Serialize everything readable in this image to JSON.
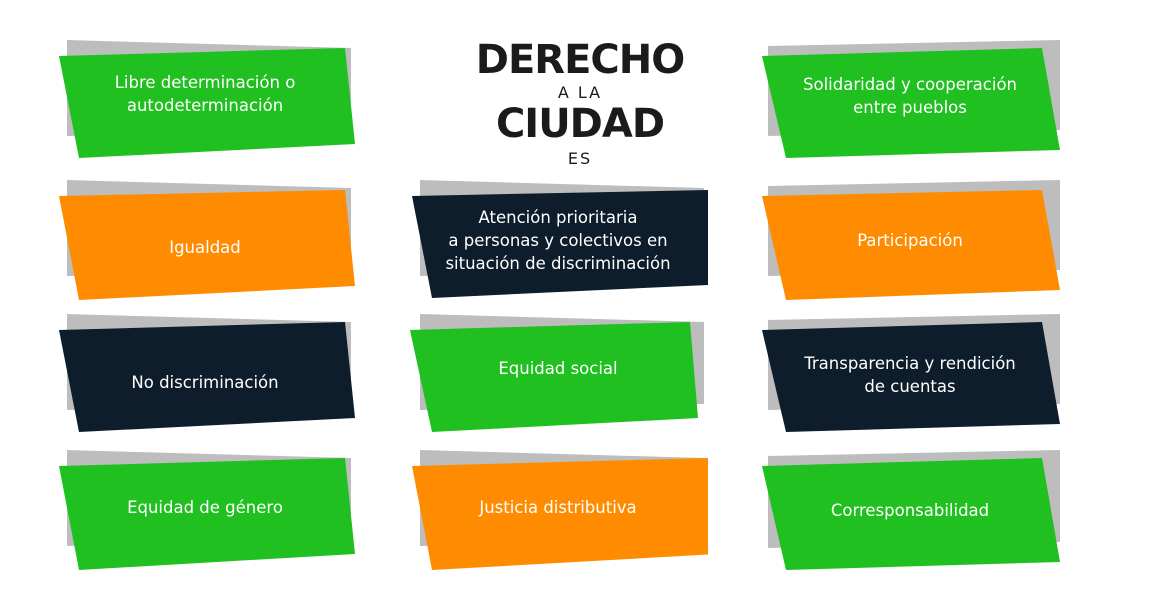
{
  "title": {
    "line1": "DERECHO",
    "line2": "A LA",
    "line3": "CIUDAD",
    "line4": "ES"
  },
  "colors": {
    "green": "#1fc01f",
    "orange": "#ff8c00",
    "navy": "#0e1d2b",
    "shadow": "#bdbdbd"
  },
  "cards": [
    {
      "label": "Libre determinación o\nautodeterminación",
      "color": "green"
    },
    {
      "label": "Solidaridad y cooperación\nentre pueblos",
      "color": "green"
    },
    {
      "label": "Igualdad",
      "color": "orange"
    },
    {
      "label": "Atención prioritaria\na personas y colectivos en\nsituación de discriminación",
      "color": "navy"
    },
    {
      "label": "Participación",
      "color": "orange"
    },
    {
      "label": "No discriminación",
      "color": "navy"
    },
    {
      "label": "Equidad social",
      "color": "green"
    },
    {
      "label": "Transparencia y rendición\nde cuentas",
      "color": "navy"
    },
    {
      "label": "Equidad de género",
      "color": "green"
    },
    {
      "label": "Justicia distributiva",
      "color": "orange"
    },
    {
      "label": "Corresponsabilidad",
      "color": "green"
    }
  ]
}
